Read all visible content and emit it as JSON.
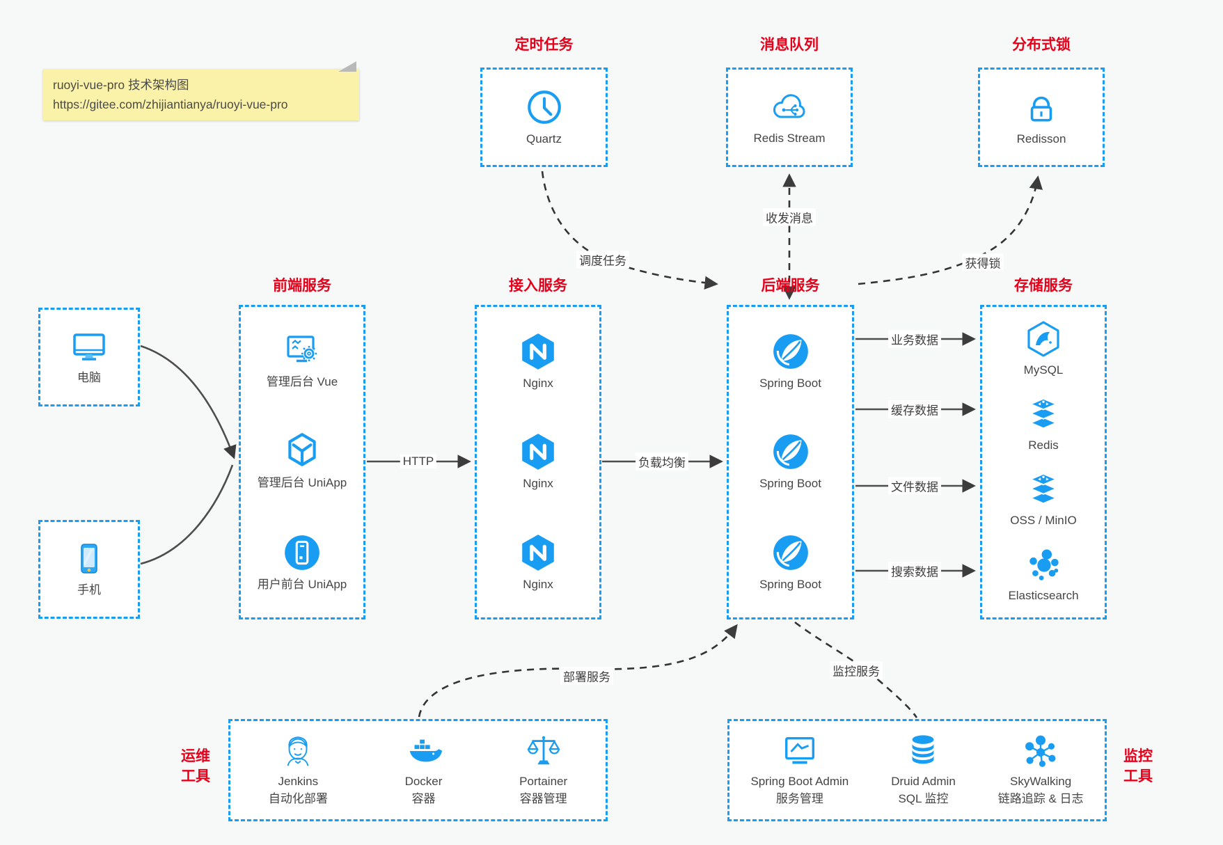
{
  "colors": {
    "accent_blue": "#189df2",
    "title_red": "#e60019",
    "note_bg": "#fbf2a9",
    "arrow_gray": "#4d4d4d",
    "dashed_gray": "#333333"
  },
  "note": {
    "title": "ruoyi-vue-pro 技术架构图",
    "url": "https://gitee.com/zhijiantianya/ruoyi-vue-pro"
  },
  "top_groups": {
    "scheduler": {
      "title": "定时任务",
      "item": {
        "label": "Quartz",
        "icon": "clock-icon"
      }
    },
    "mq": {
      "title": "消息队列",
      "item": {
        "label": "Redis Stream",
        "icon": "cloud-stream-icon"
      }
    },
    "lock": {
      "title": "分布式锁",
      "item": {
        "label": "Redisson",
        "icon": "lock-icon"
      }
    }
  },
  "clients": {
    "pc": {
      "label": "电脑",
      "icon": "desktop-icon"
    },
    "mobile": {
      "label": "手机",
      "icon": "smartphone-icon"
    }
  },
  "columns": {
    "frontend": {
      "title": "前端服务",
      "items": [
        {
          "label": "管理后台 Vue",
          "icon": "admin-console-icon"
        },
        {
          "label": "管理后台 UniApp",
          "icon": "uniapp-cube-icon"
        },
        {
          "label": "用户前台 UniApp",
          "icon": "mobile-app-icon"
        }
      ]
    },
    "gateway": {
      "title": "接入服务",
      "items": [
        {
          "label": "Nginx",
          "icon": "nginx-icon"
        },
        {
          "label": "Nginx",
          "icon": "nginx-icon"
        },
        {
          "label": "Nginx",
          "icon": "nginx-icon"
        }
      ]
    },
    "backend": {
      "title": "后端服务",
      "items": [
        {
          "label": "Spring Boot",
          "icon": "spring-boot-icon"
        },
        {
          "label": "Spring Boot",
          "icon": "spring-boot-icon"
        },
        {
          "label": "Spring Boot",
          "icon": "spring-boot-icon"
        }
      ]
    },
    "storage": {
      "title": "存储服务",
      "items": [
        {
          "label": "MySQL",
          "icon": "mysql-icon"
        },
        {
          "label": "Redis",
          "icon": "redis-stack-icon"
        },
        {
          "label": "OSS / MinIO",
          "icon": "object-storage-icon"
        },
        {
          "label": "Elasticsearch",
          "icon": "elasticsearch-icon"
        }
      ]
    }
  },
  "bottom_groups": {
    "devops": {
      "title_l1": "运维",
      "title_l2": "工具",
      "items": [
        {
          "label": "Jenkins",
          "sublabel": "自动化部署",
          "icon": "jenkins-icon"
        },
        {
          "label": "Docker",
          "sublabel": "容器",
          "icon": "docker-icon"
        },
        {
          "label": "Portainer",
          "sublabel": "容器管理",
          "icon": "portainer-icon"
        }
      ]
    },
    "monitor": {
      "title_l1": "监控",
      "title_l2": "工具",
      "items": [
        {
          "label": "Spring Boot Admin",
          "sublabel": "服务管理",
          "icon": "spring-boot-admin-icon"
        },
        {
          "label": "Druid Admin",
          "sublabel": "SQL 监控",
          "icon": "druid-icon"
        },
        {
          "label": "SkyWalking",
          "sublabel": "链路追踪 & 日志",
          "icon": "skywalking-icon"
        }
      ]
    }
  },
  "edges": {
    "http": "HTTP",
    "load_balance": "负载均衡",
    "business_data": "业务数据",
    "cache_data": "缓存数据",
    "file_data": "文件数据",
    "search_data": "搜索数据",
    "schedule_task": "调度任务",
    "send_receive_msg": "收发消息",
    "acquire_lock": "获得锁",
    "deploy_service": "部署服务",
    "monitor_service": "监控服务"
  }
}
